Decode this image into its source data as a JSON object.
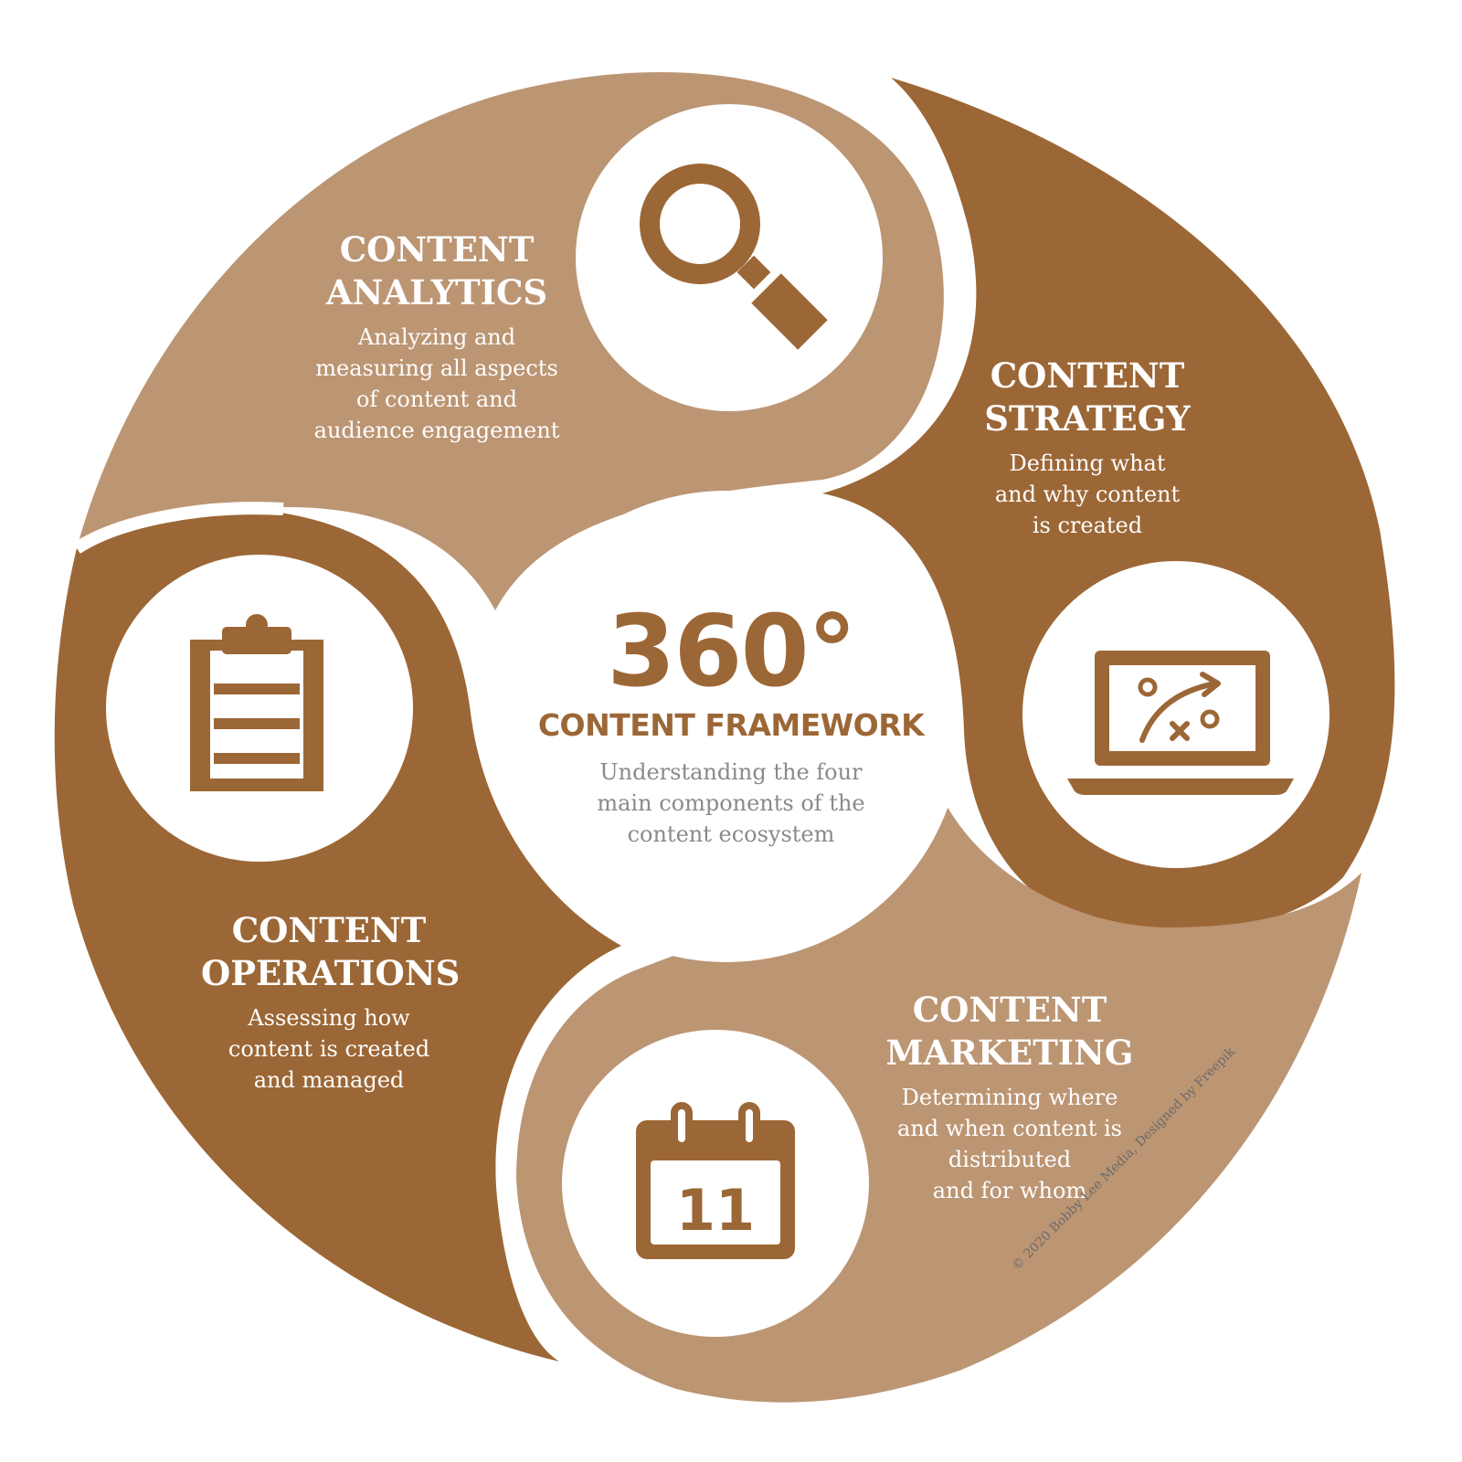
{
  "colors": {
    "light": "#bc9573",
    "dark": "#9c6736",
    "white": "#ffffff",
    "center_text": "#9c6736",
    "center_desc": "#8a8a8a"
  },
  "center": {
    "number": "360°",
    "title": "CONTENT FRAMEWORK",
    "description": "Understanding the four\nmain components of the\ncontent ecosystem"
  },
  "segments": [
    {
      "id": "analytics",
      "title": "CONTENT\nANALYTICS",
      "description": "Analyzing and\nmeasuring all aspects\nof content and\naudience engagement",
      "icon": "magnifier-icon"
    },
    {
      "id": "strategy",
      "title": "CONTENT\nSTRATEGY",
      "description": "Defining what\nand why content\nis created",
      "icon": "laptop-strategy-icon"
    },
    {
      "id": "marketing",
      "title": "CONTENT\nMARKETING",
      "description": "Determining where\nand when content is\ndistributed\nand for whom",
      "icon": "calendar-icon",
      "icon_text": "11"
    },
    {
      "id": "operations",
      "title": "CONTENT\nOPERATIONS",
      "description": "Assessing how\ncontent is created\nand managed",
      "icon": "clipboard-icon"
    }
  ],
  "credit": "© 2020 Bobby Lee Media, Designed by Freepik"
}
